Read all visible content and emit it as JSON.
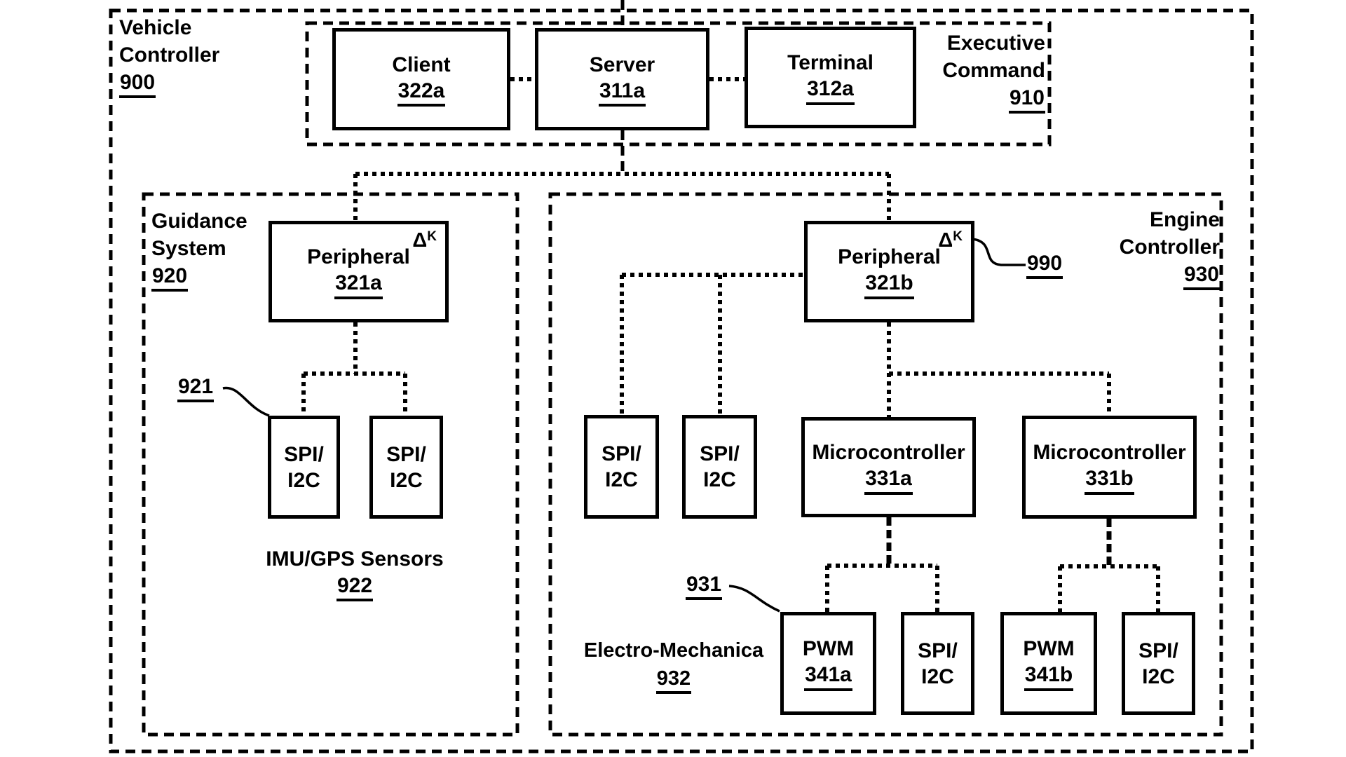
{
  "sections": {
    "vehicle": {
      "line1": "Vehicle",
      "line2": "Controller",
      "ref": "900"
    },
    "executive": {
      "line1": "Executive",
      "line2": "Command",
      "ref": "910"
    },
    "guidance": {
      "line1": "Guidance",
      "line2": "System",
      "ref": "920"
    },
    "engine": {
      "line1": "Engine",
      "line2": "Controller",
      "ref": "930"
    }
  },
  "nodes": {
    "client": {
      "title": "Client",
      "ref": "322a"
    },
    "server": {
      "title": "Server",
      "ref": "311a"
    },
    "terminal": {
      "title": "Terminal",
      "ref": "312a"
    },
    "peripheral_a": {
      "title": "Peripheral",
      "ref": "321a"
    },
    "peripheral_b": {
      "title": "Peripheral",
      "ref": "321b"
    },
    "spi": {
      "line1": "SPI/",
      "line2": "I2C"
    },
    "micro_a": {
      "title": "Microcontroller",
      "ref": "331a"
    },
    "micro_b": {
      "title": "Microcontroller",
      "ref": "331b"
    },
    "pwm_a": {
      "title": "PWM",
      "ref": "341a"
    },
    "pwm_b": {
      "title": "PWM",
      "ref": "341b"
    }
  },
  "callouts": {
    "bus_guidance": "921",
    "sensors_title": "IMU/GPS Sensors",
    "sensors_ref": "922",
    "bus_engine": "931",
    "electro_title": "Electro-Mechanica",
    "electro_ref": "932",
    "delta_ref": "990",
    "delta_base": "Δ",
    "delta_sup": "K"
  },
  "colors": {
    "ink": "#000000",
    "background": "#ffffff"
  }
}
